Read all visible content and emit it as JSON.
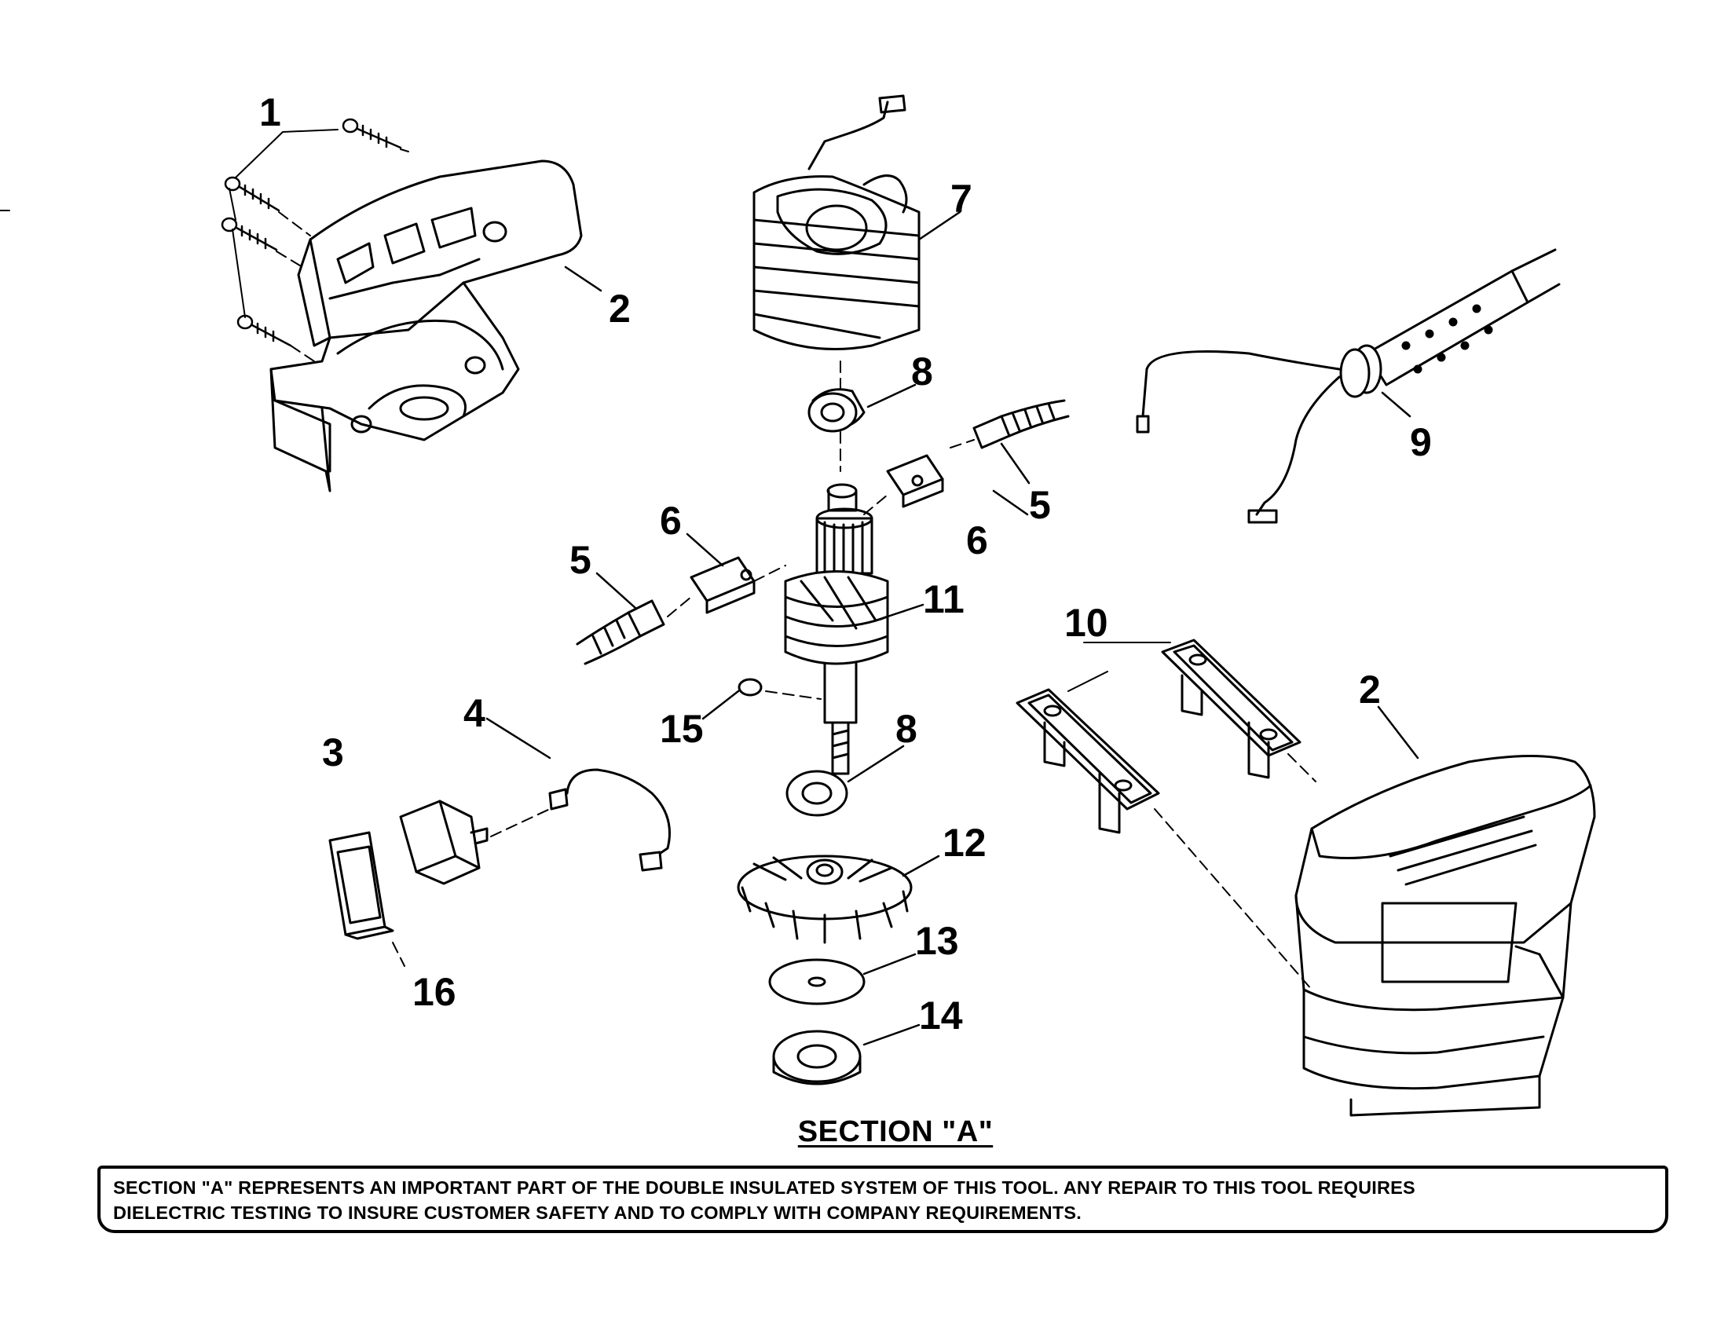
{
  "diagram": {
    "callouts": [
      "1",
      "2",
      "7",
      "8",
      "5",
      "6",
      "9",
      "11",
      "4",
      "3",
      "15",
      "10",
      "12",
      "13",
      "14",
      "16"
    ],
    "section_title": "SECTION \"A\"",
    "notice_lines": [
      "SECTION \"A\" REPRESENTS AN IMPORTANT PART OF THE DOUBLE INSULATED SYSTEM OF THIS TOOL. ANY REPAIR TO THIS TOOL REQUIRES",
      "DIELECTRIC TESTING TO INSURE CUSTOMER SAFETY AND TO COMPLY WITH COMPANY REQUIREMENTS."
    ]
  }
}
